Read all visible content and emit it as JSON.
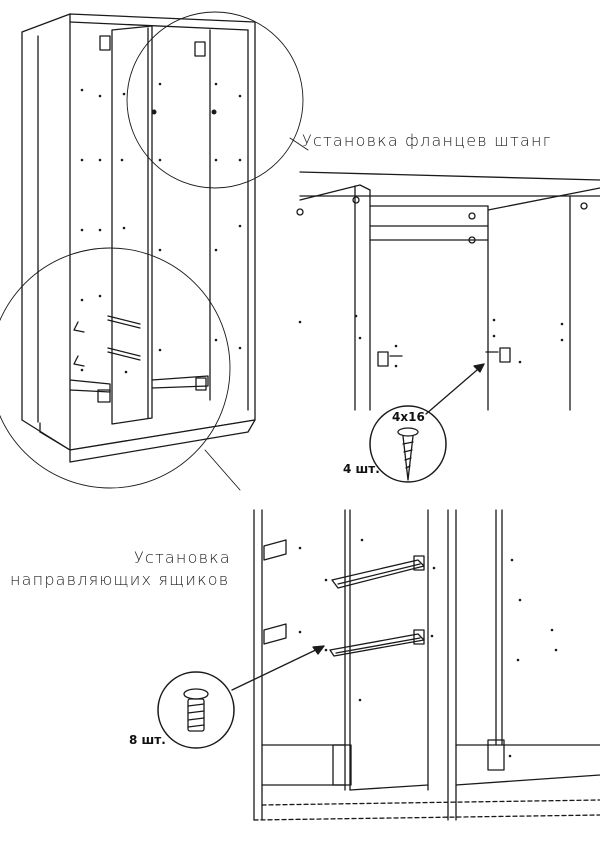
{
  "labels": {
    "flange_install": "Установка фланцев штанг",
    "drawer_rail_install_line1": "Установка",
    "drawer_rail_install_line2": "направляющих ящиков"
  },
  "screws": {
    "size": "4x16",
    "count_flange": "4 шт.",
    "count_rail": "8 шт."
  }
}
